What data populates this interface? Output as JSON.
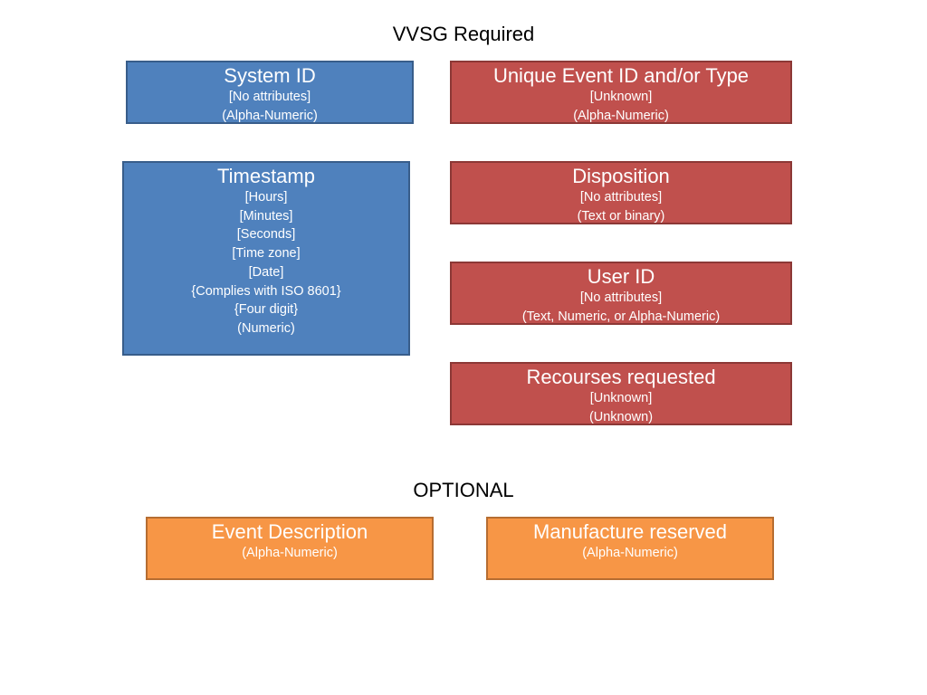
{
  "headings": {
    "required": "VVSG Required",
    "optional": "OPTIONAL"
  },
  "colors": {
    "required_left": "#4f81bd",
    "required_right": "#c0504d",
    "optional": "#f79646"
  },
  "boxes": {
    "system_id": {
      "title": "System ID",
      "lines": [
        "[No attributes]",
        "(Alpha-Numeric)"
      ]
    },
    "unique_event_id": {
      "title": "Unique Event ID and/or Type",
      "lines": [
        "[Unknown]",
        "(Alpha-Numeric)"
      ]
    },
    "timestamp": {
      "title": "Timestamp",
      "lines": [
        "[Hours]",
        "[Minutes]",
        "[Seconds]",
        "[Time zone]",
        "[Date]",
        "{Complies with ISO 8601}",
        "{Four digit}",
        "(Numeric)"
      ]
    },
    "disposition": {
      "title": "Disposition",
      "lines": [
        "[No attributes]",
        "(Text or binary)"
      ]
    },
    "user_id": {
      "title": "User ID",
      "lines": [
        "[No attributes]",
        "(Text, Numeric, or Alpha-Numeric)"
      ]
    },
    "resources_requested": {
      "title": "Recourses requested",
      "lines": [
        "[Unknown]",
        "(Unknown)"
      ]
    },
    "event_description": {
      "title": "Event Description",
      "lines": [
        "(Alpha-Numeric)"
      ]
    },
    "manufacture_reserved": {
      "title": "Manufacture reserved",
      "lines": [
        "(Alpha-Numeric)"
      ]
    }
  }
}
